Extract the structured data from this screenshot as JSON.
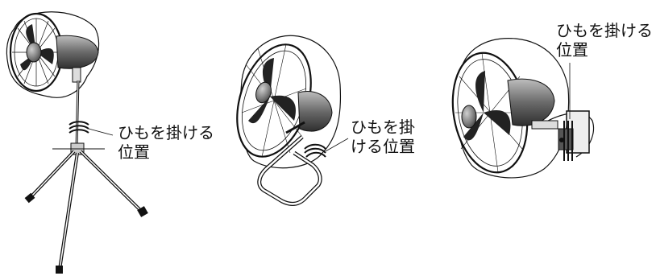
{
  "labels": {
    "stand_fan": {
      "line1": "ひもを掛ける",
      "line2": "位置"
    },
    "floor_fan": {
      "line1": "ひもを掛",
      "line2": "ける位置"
    },
    "wall_fan": {
      "line1": "ひもを掛ける",
      "line2": "位置"
    }
  },
  "colors": {
    "ink": "#111111",
    "metal": "#6e6e6e",
    "background": "#ffffff"
  }
}
